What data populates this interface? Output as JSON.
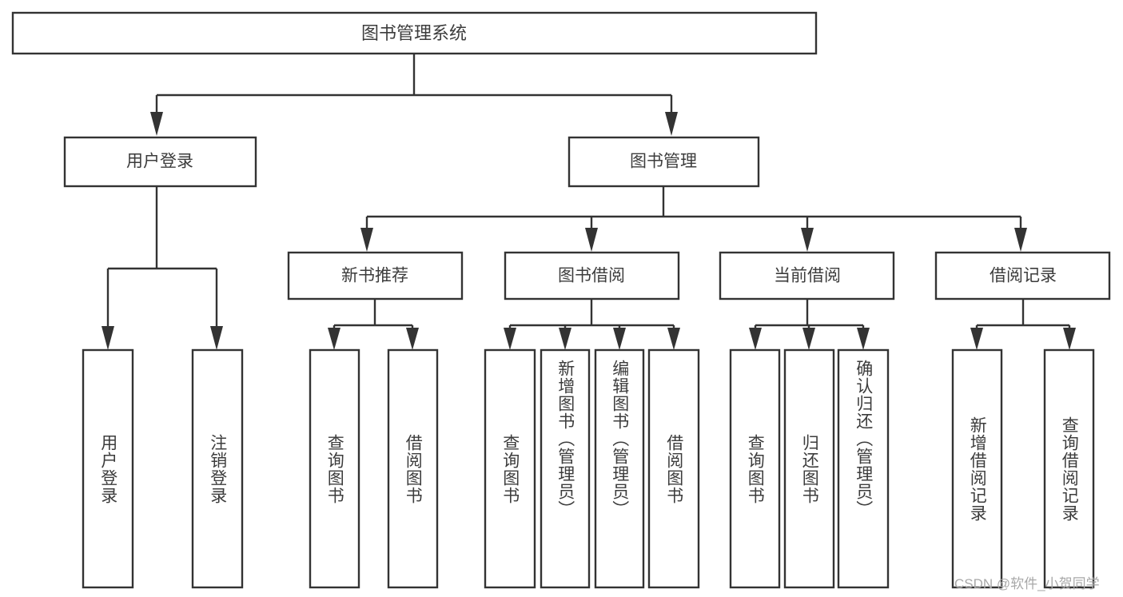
{
  "diagram": {
    "title": "图书管理系统",
    "type": "tree",
    "root": {
      "label": "图书管理系统",
      "id": "root-system"
    },
    "level1": [
      {
        "id": "user-login",
        "label": "用户登录"
      },
      {
        "id": "book-management",
        "label": "图书管理"
      }
    ],
    "level2": [
      {
        "id": "new-book-recommend",
        "label": "新书推荐",
        "parent": "book-management"
      },
      {
        "id": "book-borrow",
        "label": "图书借阅",
        "parent": "book-management"
      },
      {
        "id": "current-borrow",
        "label": "当前借阅",
        "parent": "book-management"
      },
      {
        "id": "borrow-record",
        "label": "借阅记录",
        "parent": "book-management"
      }
    ],
    "leaves": {
      "user-login": [
        {
          "id": "leaf-user-login",
          "label": "用户登录"
        },
        {
          "id": "leaf-logout",
          "label": "注销登录"
        }
      ],
      "new-book-recommend": [
        {
          "id": "leaf-query-book-1",
          "label": "查询图书"
        },
        {
          "id": "leaf-borrow-book-1",
          "label": "借阅图书"
        }
      ],
      "book-borrow": [
        {
          "id": "leaf-query-book-2",
          "label": "查询图书"
        },
        {
          "id": "leaf-add-book",
          "label": "新增图书（管理员）"
        },
        {
          "id": "leaf-edit-book",
          "label": "编辑图书（管理员）"
        },
        {
          "id": "leaf-borrow-book-2",
          "label": "借阅图书"
        }
      ],
      "current-borrow": [
        {
          "id": "leaf-query-book-3",
          "label": "查询图书"
        },
        {
          "id": "leaf-return-book",
          "label": "归还图书"
        },
        {
          "id": "leaf-confirm-return",
          "label": "确认归还（管理员）"
        }
      ],
      "borrow-record": [
        {
          "id": "leaf-add-record",
          "label": "新增借阅记录"
        },
        {
          "id": "leaf-query-record",
          "label": "查询借阅记录"
        }
      ]
    }
  },
  "watermark": {
    "text": "CSDN @软件_小贺同学"
  },
  "colors": {
    "stroke": "#333333",
    "box_fill": "#ffffff",
    "text": "#3c3c3c",
    "background": "#ffffff",
    "watermark": "#a8a8a8"
  }
}
